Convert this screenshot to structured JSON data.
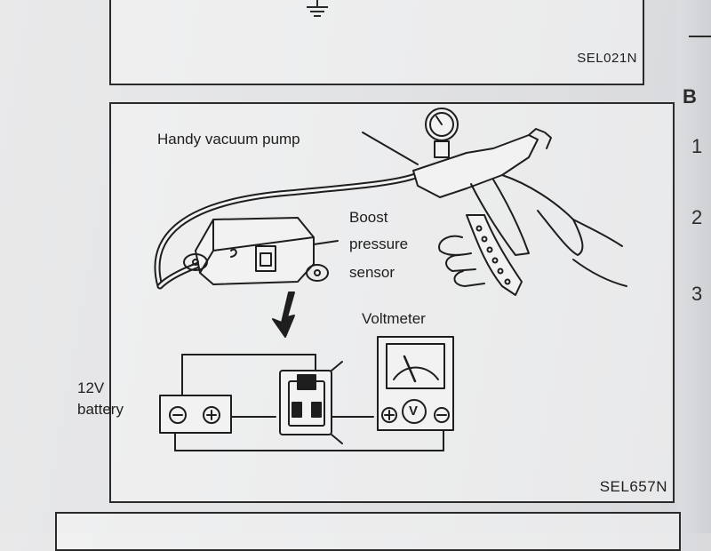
{
  "top_panel": {
    "figure_code": "SEL021N"
  },
  "main_panel": {
    "figure_code": "SEL657N",
    "labels": {
      "vacuum_pump": "Handy vacuum pump",
      "boost_line1": "Boost",
      "boost_line2": "pressure",
      "boost_line3": "sensor",
      "voltmeter": "Voltmeter",
      "battery_line1": "12V",
      "battery_line2": "battery",
      "voltmeter_symbol": "V"
    }
  },
  "right_margin": {
    "chars": [
      "B",
      "1",
      "2",
      "3"
    ]
  },
  "colors": {
    "ink": "#1e1e1e",
    "paper": "#e6e7e9",
    "frame": "#2a2a2a"
  }
}
